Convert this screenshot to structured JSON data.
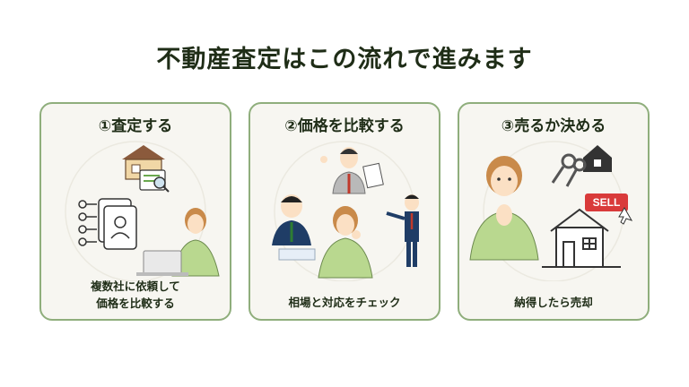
{
  "page": {
    "title": "不動産査定はこの流れで進みます"
  },
  "steps": [
    {
      "title": "①査定する",
      "text_line1": "複数社に依頼して",
      "text_line2": "価格を比較する"
    },
    {
      "title": "②価格を比較する",
      "text_line1": "相場と対応をチェック"
    },
    {
      "title": "③売るか決める",
      "text_line1": "納得したら売却",
      "sign": "SELL"
    }
  ],
  "colors": {
    "card_border": "#8fae7c",
    "card_bg": "#f7f6f1",
    "title_text": "#1f2d17",
    "shirt_green": "#b9d88f",
    "sell_red": "#d93a3a"
  }
}
